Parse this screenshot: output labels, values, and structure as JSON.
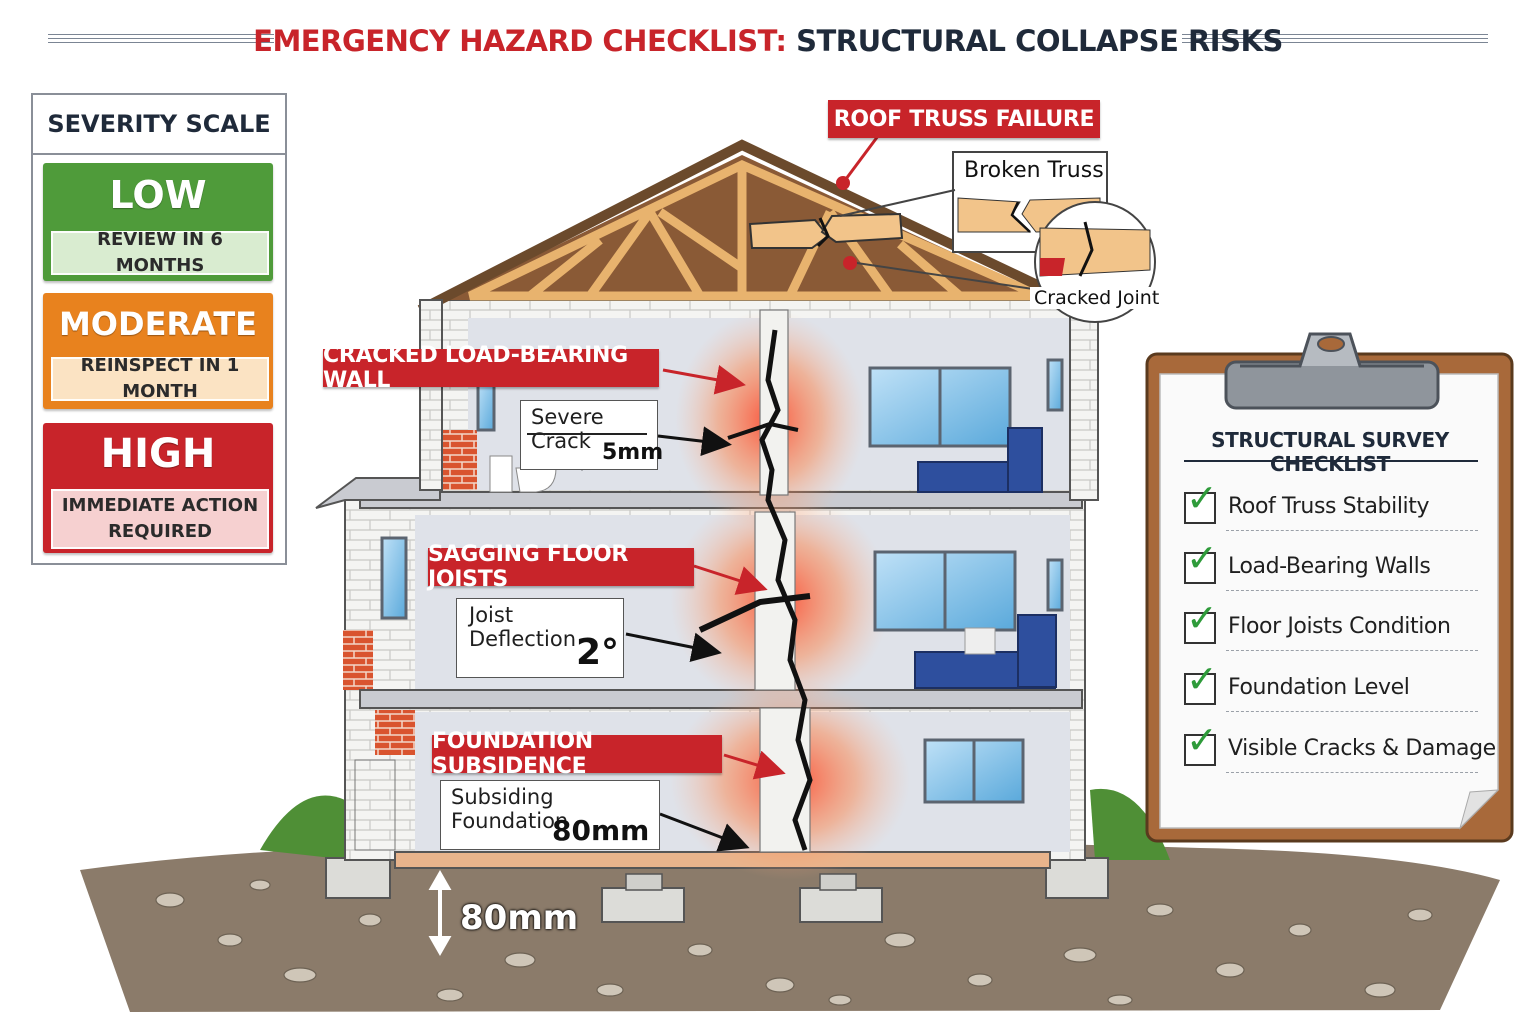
{
  "title": {
    "highlight": "EMERGENCY HAZARD CHECKLIST:",
    "rest": "STRUCTURAL COLLAPSE RISKS"
  },
  "severity_scale": {
    "heading": "SEVERITY SCALE",
    "levels": [
      {
        "level": "LOW",
        "action": "REVIEW IN 6 MONTHS",
        "color": "#4f9b3a",
        "note_bg": "#d9ecd0"
      },
      {
        "level": "MODERATE",
        "action": "REINSPECT IN 1 MONTH",
        "color": "#e8821e",
        "note_bg": "#fbe3c3"
      },
      {
        "level": "HIGH",
        "action": "IMMEDIATE ACTION REQUIRED",
        "color": "#c8242a",
        "note_bg": "#f6d0d0"
      }
    ]
  },
  "hazards": {
    "roof": {
      "label": "ROOF TRUSS FAILURE",
      "callout_1": "Broken Truss",
      "callout_2": "Cracked Joint"
    },
    "wall": {
      "label": "CRACKED LOAD-BEARING WALL",
      "callout": "Severe Crack",
      "measurement": "5mm"
    },
    "joists": {
      "label": "SAGGING FLOOR JOISTS",
      "callout": "Joist Deflection",
      "measurement": "2°"
    },
    "foundation": {
      "label": "FOUNDATION SUBSIDENCE",
      "callout": "Subsiding Foundation",
      "measurement": "80mm"
    },
    "ground": {
      "measurement": "80mm"
    }
  },
  "checklist": {
    "title": "STRUCTURAL SURVEY CHECKLIST",
    "items": [
      {
        "label": "Roof Truss Stability",
        "checked": true
      },
      {
        "label": "Load-Bearing Walls",
        "checked": true
      },
      {
        "label": "Floor Joists Condition",
        "checked": true
      },
      {
        "label": "Foundation Level",
        "checked": true
      },
      {
        "label": "Visible Cracks & Damage",
        "checked": true
      }
    ],
    "check_glyph": "✓"
  },
  "icons": [
    "check-icon",
    "clip-icon",
    "arrow-icon",
    "house-cutaway-illustration",
    "sofa-icon",
    "window-icon",
    "toilet-icon"
  ],
  "colors": {
    "alert_red": "#c8242a",
    "check_green": "#2e9b3a",
    "board_brown": "#a8693a",
    "brick": "#d9542f"
  }
}
